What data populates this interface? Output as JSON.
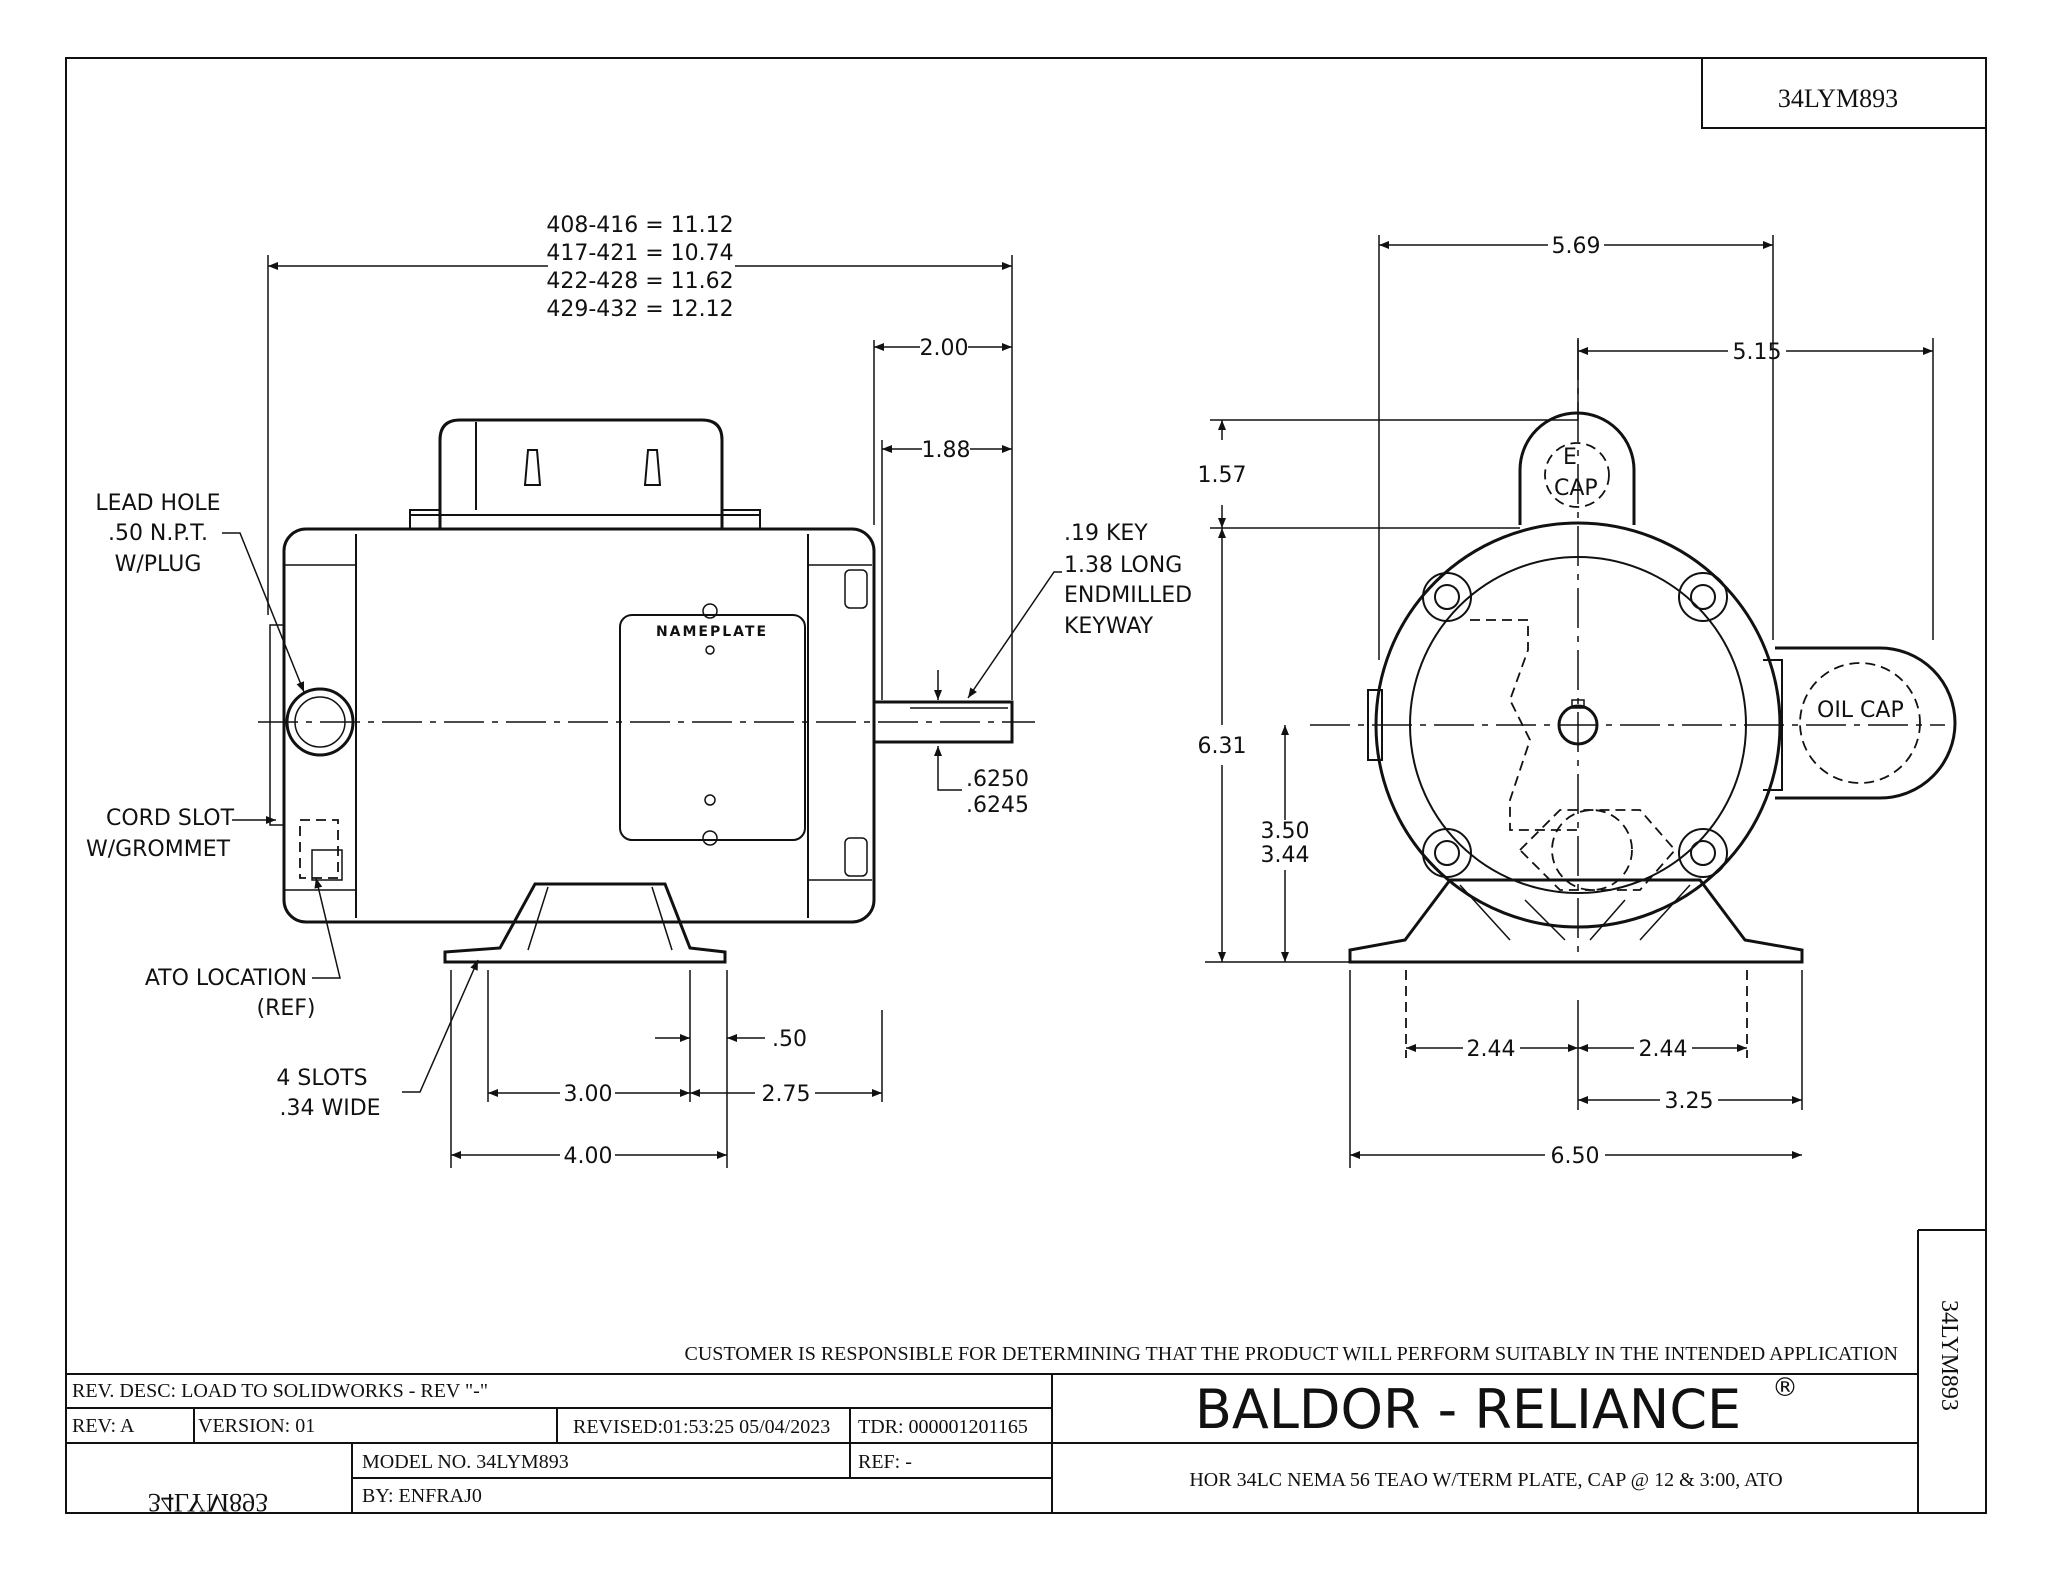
{
  "part_number": "34LYM893",
  "side_view": {
    "length_table": [
      "408-416 = 11.12",
      "417-421 = 10.74",
      "422-428 = 11.62",
      "429-432 = 12.12"
    ],
    "dim_2_00": "2.00",
    "dim_1_88": "1.88",
    "key_note": [
      ".19 KEY",
      "1.38 LONG",
      "ENDMILLED",
      "KEYWAY"
    ],
    "shaft_dia": [
      ".6250",
      ".6245"
    ],
    "lead_hole": [
      "LEAD HOLE",
      ".50 N.P.T.",
      "W/PLUG"
    ],
    "cord_slot": [
      "CORD SLOT",
      "W/GROMMET"
    ],
    "ato_location": [
      "ATO LOCATION",
      "(REF)"
    ],
    "slots_note": [
      "4 SLOTS",
      ".34 WIDE"
    ],
    "nameplate": "NAMEPLATE",
    "dim_0_50": ".50",
    "dim_3_00": "3.00",
    "dim_2_75": "2.75",
    "dim_4_00": "4.00"
  },
  "end_view": {
    "dim_5_69": "5.69",
    "dim_5_15": "5.15",
    "dim_1_57": "1.57",
    "dim_6_31": "6.31",
    "dim_3_50": "3.50",
    "dim_3_44": "3.44",
    "e_cap": [
      "E",
      "CAP"
    ],
    "oil_cap": "OIL CAP",
    "dim_2_44_left": "2.44",
    "dim_2_44_right": "2.44",
    "dim_3_25": "3.25",
    "dim_6_50": "6.50"
  },
  "title_block": {
    "customer_note": "CUSTOMER IS RESPONSIBLE FOR DETERMINING THAT THE PRODUCT WILL PERFORM SUITABLY IN THE INTENDED APPLICATION",
    "rev_desc": "REV. DESC: LOAD TO SOLIDWORKS - REV \"-\"",
    "rev": "REV:  A",
    "version": "VERSION: 01",
    "revised": "REVISED:01:53:25 05/04/2023",
    "tdr": "TDR: 000001201165",
    "model_no": "MODEL NO. 34LYM893",
    "ref": "REF:  -",
    "by": "BY:    ENFRAJ0",
    "brand": "BALDOR - RELIANCE",
    "registered": "®",
    "description": "HOR 34LC NEMA 56 TEAO W/TERM PLATE, CAP @ 12 & 3:00, ATO"
  }
}
